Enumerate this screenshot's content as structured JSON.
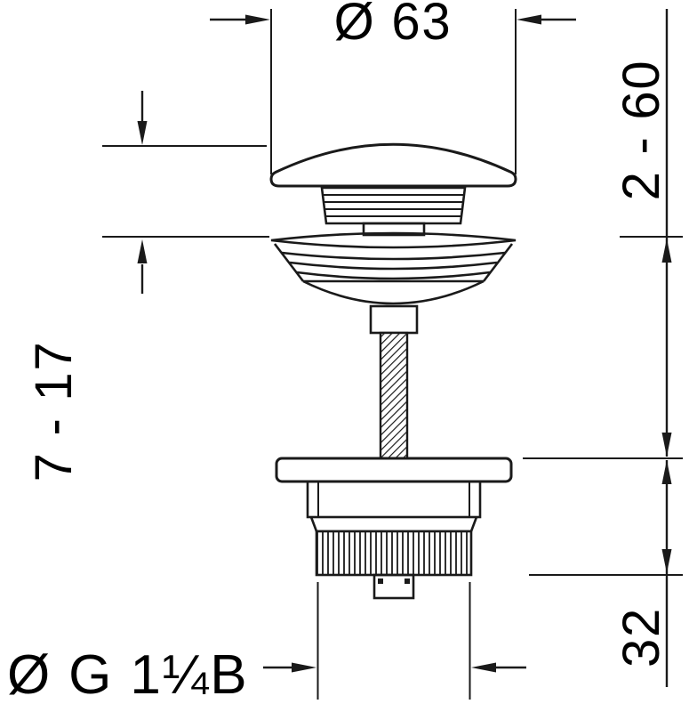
{
  "page": {
    "background": "#ffffff"
  },
  "drawing": {
    "line_color": "#1a1a1a",
    "labels": {
      "cap_diameter": "Ø 63",
      "clamping_range": "2 - 60",
      "height_range": "7 - 17",
      "body_height": "32",
      "thread_spec": "Ø G 1¼B"
    }
  }
}
